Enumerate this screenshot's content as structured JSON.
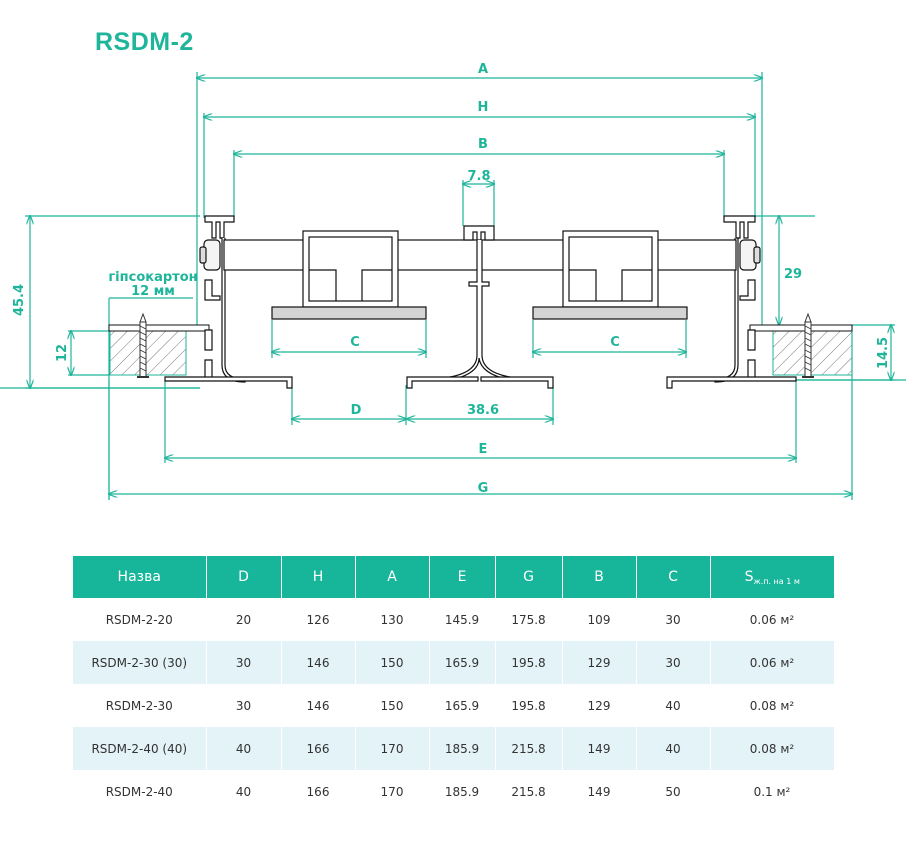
{
  "title": "RSDM-2",
  "diagram": {
    "dim_labels": {
      "A": "A",
      "H": "H",
      "B": "B",
      "gap": "7.8",
      "height_total": "45.4",
      "height_right": "29",
      "drywall_left": "12",
      "drywall_right": "14.5",
      "C_left": "C",
      "C_right": "C",
      "D": "D",
      "slot": "38.6",
      "E": "E",
      "G": "G"
    },
    "drywall_label_line1": "гіпсокартон",
    "drywall_label_line2": "12 мм",
    "colors": {
      "accent": "#1fb59a",
      "line": "#111111",
      "plate": "#d4d4d4"
    }
  },
  "table": {
    "headers": [
      "Назва",
      "D",
      "H",
      "A",
      "E",
      "G",
      "B",
      "C",
      "S"
    ],
    "s_subscript": "ж.п. на 1 м",
    "rows": [
      [
        "RSDM-2-20",
        "20",
        "126",
        "130",
        "145.9",
        "175.8",
        "109",
        "30",
        "0.06 м²"
      ],
      [
        "RSDM-2-30 (30)",
        "30",
        "146",
        "150",
        "165.9",
        "195.8",
        "129",
        "30",
        "0.06 м²"
      ],
      [
        "RSDM-2-30",
        "30",
        "146",
        "150",
        "165.9",
        "195.8",
        "129",
        "40",
        "0.08 м²"
      ],
      [
        "RSDM-2-40 (40)",
        "40",
        "166",
        "170",
        "185.9",
        "215.8",
        "149",
        "40",
        "0.08 м²"
      ],
      [
        "RSDM-2-40",
        "40",
        "166",
        "170",
        "185.9",
        "215.8",
        "149",
        "50",
        "0.1 м²"
      ]
    ]
  }
}
